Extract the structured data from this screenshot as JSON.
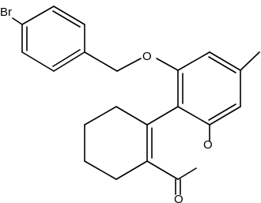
{
  "structure": {
    "atoms": {
      "bromine": "Br",
      "ether_oxygen": "O",
      "ring_oxygen": "O",
      "carbonyl_oxygen": "O"
    }
  }
}
